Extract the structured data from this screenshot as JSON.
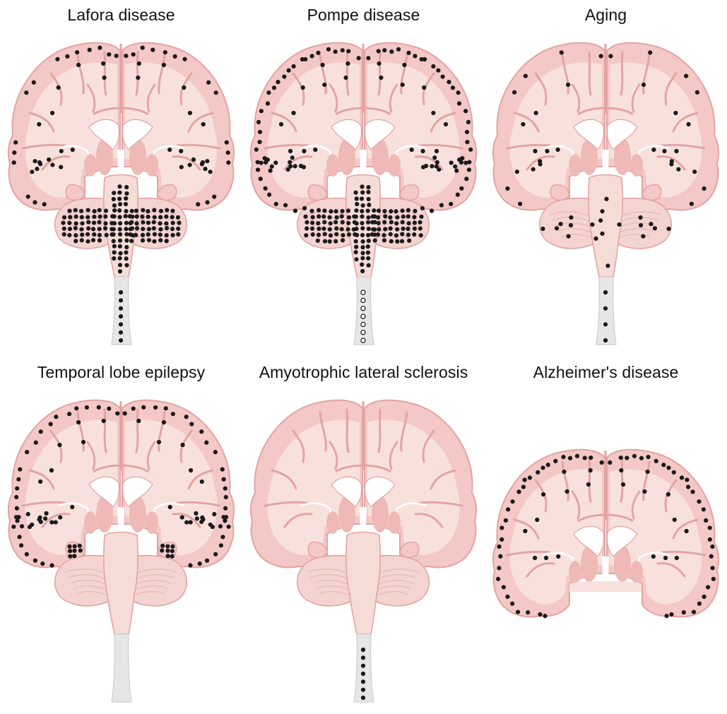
{
  "colors": {
    "cortex": "#f3c8c6",
    "cortex_outline": "#e3a4a3",
    "white_matter": "#f8e1dd",
    "deep_nuclei": "#eeb9b6",
    "cerebellum": "#f4d4d0",
    "brainstem": "#f6dcd7",
    "spinal_cord": "#e6e6e6",
    "ventricle": "#ffffff",
    "inclusion_filled": "#1a1a1a",
    "inclusion_open": "#ffffff"
  },
  "panels": [
    {
      "id": "lafora",
      "title": "Lafora disease",
      "view": "full",
      "inclusions": [
        "cortex",
        "temporal",
        "cerebellum-dense",
        "brainstem-dense",
        "spinal-filled"
      ]
    },
    {
      "id": "pompe",
      "title": "Pompe disease",
      "view": "full",
      "inclusions": [
        "cortex-dense",
        "temporal-band",
        "cerebellum-dense",
        "brainstem-dense",
        "spinal-open"
      ]
    },
    {
      "id": "aging",
      "title": "Aging",
      "view": "full",
      "inclusions": [
        "cortex-sparse",
        "temporal-sparse",
        "cerebellum-sparse",
        "brainstem-sparse",
        "spinal-sparse"
      ]
    },
    {
      "id": "tle",
      "title": "Temporal lobe epilepsy",
      "view": "full",
      "inclusions": [
        "cortex",
        "temporal-band",
        "hippocampus"
      ]
    },
    {
      "id": "als",
      "title": "Amyotrophic lateral sclerosis",
      "view": "full",
      "inclusions": [
        "spinal-filled"
      ]
    },
    {
      "id": "ad",
      "title": "Alzheimer's disease",
      "view": "cerebrum-only",
      "inclusions": [
        "cortex-band"
      ]
    }
  ]
}
